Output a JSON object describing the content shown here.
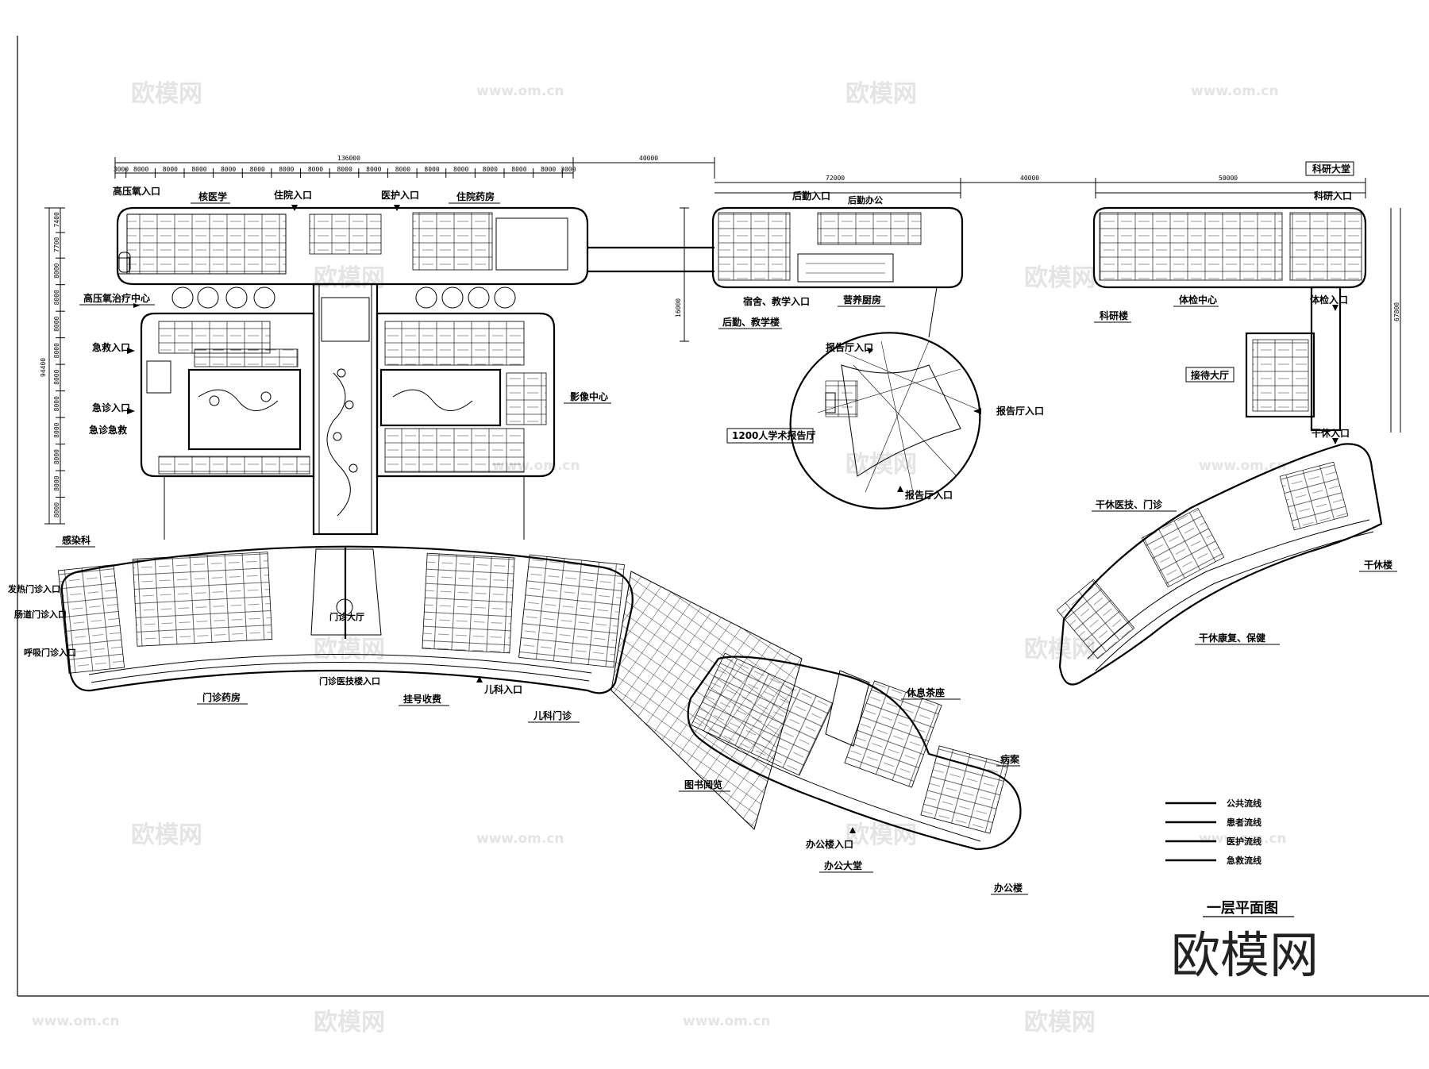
{
  "drawing": {
    "title": "一层平面图",
    "logo_text": "欧模网"
  },
  "watermarks": {
    "brand": "欧模网",
    "url": "www.om.cn"
  },
  "dimensions": {
    "main_total": "136000",
    "gap_a": "40000",
    "logistics_total": "72000",
    "gap_b": "40000",
    "research_total": "50000",
    "left_total": "94400",
    "mid_vertical": "16000",
    "right_total": "67800",
    "top_segments": [
      "3000",
      "8000",
      "8000",
      "8000",
      "8000",
      "8000",
      "8000",
      "8000",
      "8000",
      "8000",
      "8000",
      "8000",
      "8000",
      "8000",
      "8000",
      "8000",
      "3000"
    ],
    "left_segments": [
      "7400",
      "7700",
      "8000",
      "8000",
      "8000",
      "8000",
      "8000",
      "8000",
      "8000",
      "8000",
      "8000",
      "8000"
    ]
  },
  "labels": {
    "high_oxygen_entrance": "高压氧入口",
    "nuclear_medicine": "核医学",
    "inpatient_entrance": "住院入口",
    "medical_staff_entrance": "医护入口",
    "inpatient_pharmacy": "住院药房",
    "hyperbaric_center": "高压氧治疗中心",
    "emergency_entrance_1": "急救入口",
    "emergency_entrance_2": "急诊入口",
    "emergency_rescue": "急诊急救",
    "imaging_center": "影像中心",
    "infection_dept": "感染科",
    "logistics_entrance": "后勤入口",
    "logistics_office": "后勤办公",
    "dorm_teaching_entrance": "宿舍、教学入口",
    "nutrition_kitchen": "营养厨房",
    "logistics_teaching_building": "后勤、教学楼",
    "lecture_entrance_1": "报告厅入口",
    "lecture_entrance_2": "报告厅入口",
    "lecture_entrance_3": "报告厅入口",
    "academic_hall": "1200人学术报告厅",
    "research_lobby": "科研大堂",
    "research_entrance": "科研入口",
    "checkup_center": "体检中心",
    "research_building": "科研楼",
    "checkup_entrance": "体检入口",
    "reception_hall": "接待大厅",
    "cadre_entrance": "干休入口",
    "cadre_clinic": "干休医技、门诊",
    "cadre_building": "干休楼",
    "cadre_rehab": "干休康复、保健",
    "fever_clinic_entrance": "发热门诊入口",
    "intestinal_clinic_entrance": "肠道门诊入口",
    "respiratory_clinic_entrance": "呼吸门诊入口",
    "outpatient_pharmacy": "门诊药房",
    "outpatient_tech_entrance": "门诊医技楼入口",
    "registration_billing": "挂号收费",
    "pediatrics_entrance": "儿科入口",
    "pediatrics_clinic": "儿科门诊",
    "rest_tea": "休息茶座",
    "medical_records": "病案",
    "library": "图书阅览",
    "office_entrance": "办公楼入口",
    "office_lobby": "办公大堂",
    "office_building": "办公楼",
    "outpatient_hall": "门诊大厅"
  },
  "legend": {
    "items": [
      "公共流线",
      "患者流线",
      "医护流线",
      "急救流线"
    ]
  }
}
